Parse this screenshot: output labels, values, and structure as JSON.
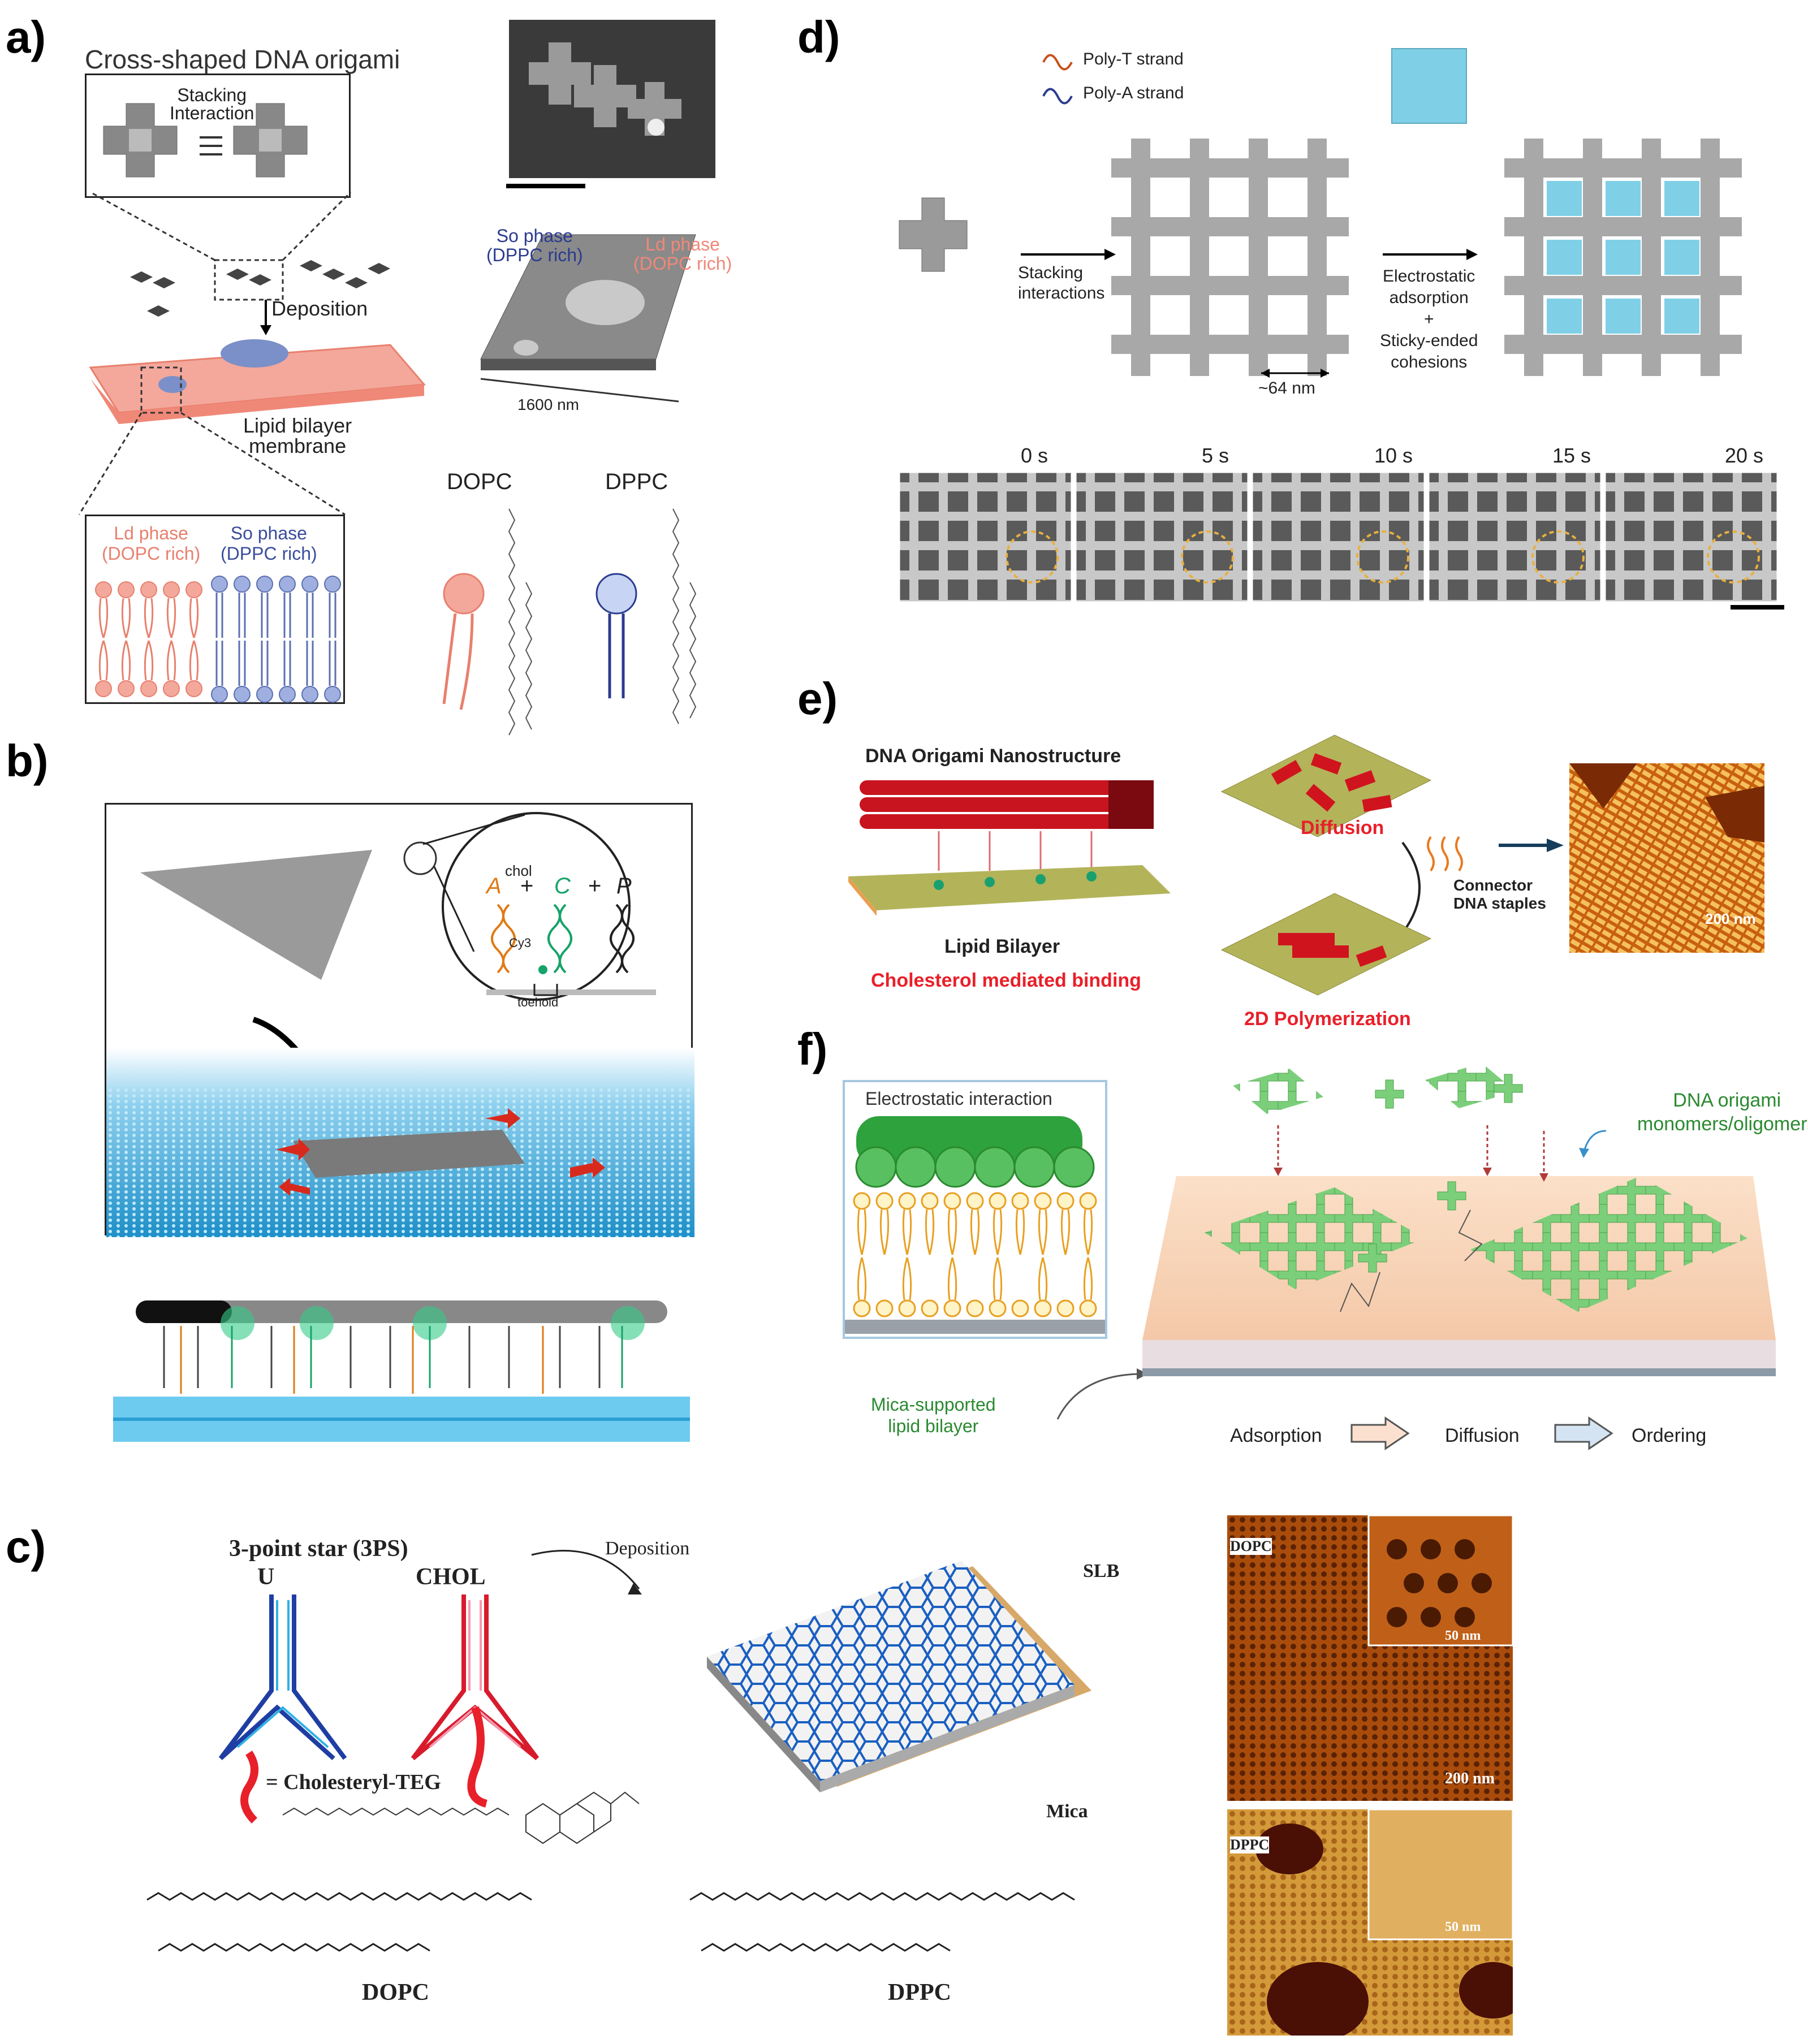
{
  "panels": {
    "a": {
      "label": "a)",
      "title": "Cross-shaped DNA origami",
      "inset_text": "Stacking\nInteraction",
      "deposition": "Deposition",
      "membrane": "Lipid bilayer\nmembrane",
      "ld_phase": "Ld phase\n(DOPC rich)",
      "so_phase": "So phase\n(DPPC rich)",
      "afm_so": "So phase\n(DPPC rich)",
      "afm_ld": "Ld phase\n(DOPC rich)",
      "afm_size": "1600 nm",
      "dopc": "DOPC",
      "dppc": "DPPC"
    },
    "b": {
      "label": "b)",
      "chol": "chol",
      "A": "A",
      "C": "C",
      "P": "P",
      "plus1": "+",
      "plus2": "+",
      "cy3": "Cy3",
      "toehold": "toehold"
    },
    "c": {
      "label": "c)",
      "star": "3-point star (3PS)",
      "U": "U",
      "CHOL": "CHOL",
      "deposition": "Deposition",
      "slb": "SLB",
      "mica": "Mica",
      "chol_teg": "= Cholesteryl-TEG",
      "dopc": "DOPC",
      "dppc": "DPPC",
      "afm_dopc": "DOPC",
      "afm_dppc": "DPPC",
      "scale_200": "200 nm",
      "scale_50a": "50 nm",
      "scale_50b": "50 nm"
    },
    "d": {
      "label": "d)",
      "polyT": "Poly-T strand",
      "polyA": "Poly-A strand",
      "stacking": "Stacking\ninteractions",
      "electro": "Electrostatic\nadsorption\n+\nSticky-ended\ncohesions",
      "scale": "~64 nm",
      "times": [
        "0 s",
        "5 s",
        "10 s",
        "15 s",
        "20 s"
      ]
    },
    "e": {
      "label": "e)",
      "origami": "DNA Origami Nanostructure",
      "bilayer": "Lipid Bilayer",
      "cholbinding": "Cholesterol mediated binding",
      "diffusion": "Diffusion",
      "connector": "Connector\nDNA staples",
      "polymerization": "2D Polymerization",
      "scale": "200 nm"
    },
    "f": {
      "label": "f)",
      "electro": "Electrostatic interaction",
      "monomers": "DNA origami\nmonomers/oligomers",
      "mica": "Mica-supported\nlipid bilayer",
      "steps": [
        "Adsorption",
        "Diffusion",
        "Ordering"
      ]
    }
  },
  "colors": {
    "red": "#e8202a",
    "blue": "#2b3b8f",
    "green": "#6fc26f",
    "ld": "#f08878",
    "so": "#7b8fc8",
    "water": "#3aa9d8",
    "origami_cyan": "#7fd0e6",
    "afm_orange": "#c8600e"
  }
}
